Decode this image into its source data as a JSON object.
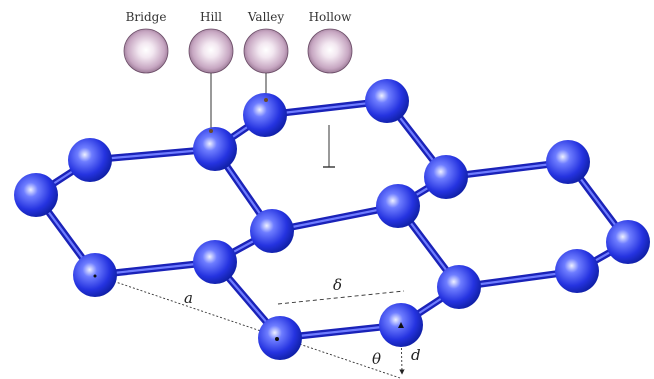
{
  "site_labels": [
    "Bridge",
    "Hill",
    "Valley",
    "Hollow"
  ],
  "symbols": {
    "a": "a",
    "delta": "δ",
    "theta": "θ",
    "d": "d"
  },
  "colors": {
    "carbon_dark": "#1522c4",
    "carbon_mid": "#3b4cff",
    "carbon_light": "#cfd6ff",
    "adsorbate_dark": "#6d4e69",
    "adsorbate_mid": "#c4a3bf",
    "adsorbate_light": "#ffffff",
    "bond": "#1a22b8",
    "background": "#ffffff"
  }
}
